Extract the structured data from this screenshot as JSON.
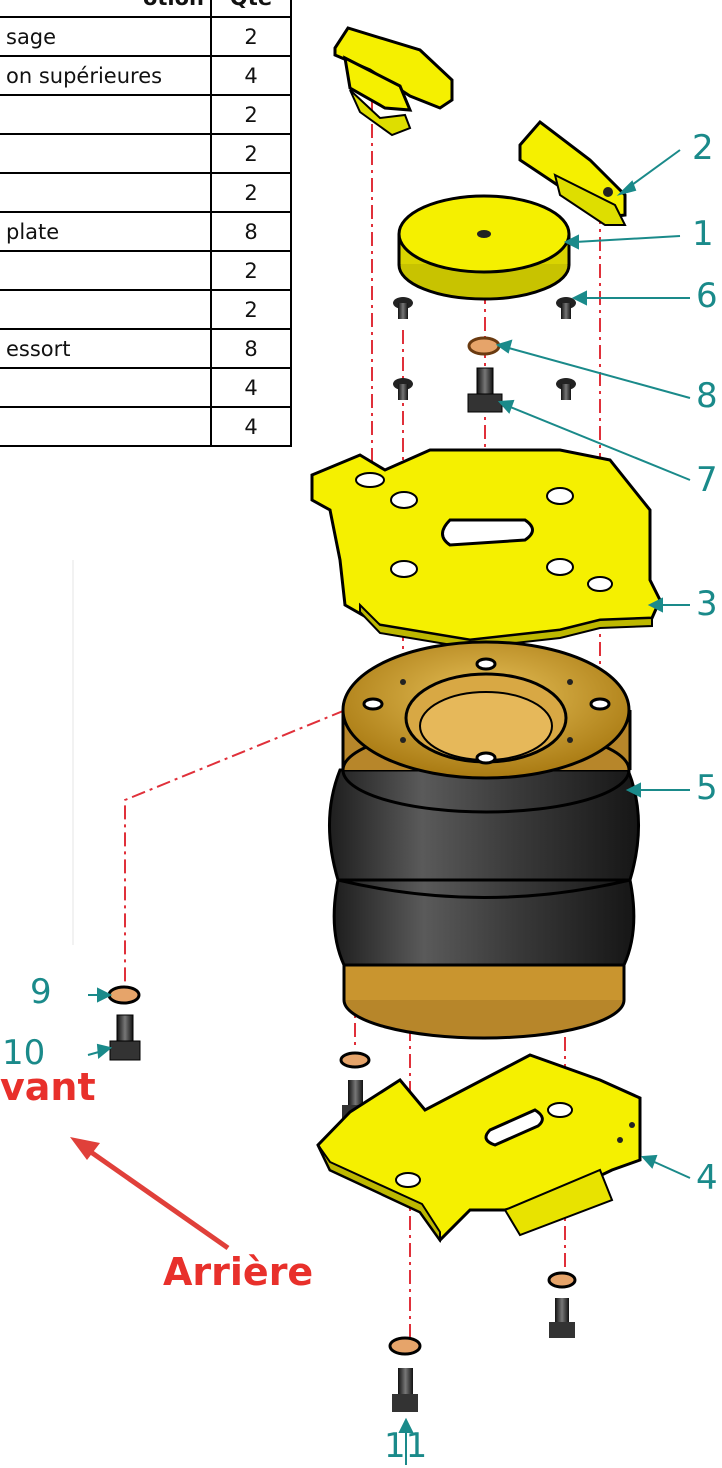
{
  "parts_table": {
    "header": {
      "description": "otion",
      "quantity": "Qté"
    },
    "rows": [
      {
        "description": "sage",
        "quantity": "2"
      },
      {
        "description": "on supérieures",
        "quantity": "4"
      },
      {
        "description": "",
        "quantity": "2"
      },
      {
        "description": "",
        "quantity": "2"
      },
      {
        "description": "",
        "quantity": "2"
      },
      {
        "description": "plate",
        "quantity": "8"
      },
      {
        "description": "",
        "quantity": "2"
      },
      {
        "description": "",
        "quantity": "2"
      },
      {
        "description": "essort",
        "quantity": "8"
      },
      {
        "description": "",
        "quantity": "4"
      },
      {
        "description": "",
        "quantity": "4"
      }
    ]
  },
  "callouts": {
    "c2": "2",
    "c1": "1",
    "c6": "6",
    "c8": "8",
    "c7": "7",
    "c3": "3",
    "c5": "5",
    "c9": "9",
    "c10": "10",
    "c4": "4",
    "c11": "11"
  },
  "directions": {
    "front": "vant",
    "rear": "Arrière"
  },
  "colors": {
    "yellow_part": "#f5f000",
    "bronze_part": "#c89a2a",
    "rubber": "#3a3a3a",
    "leader": "#1a8a8a",
    "centerline": "#e0303a",
    "direction": "#e8302b"
  }
}
